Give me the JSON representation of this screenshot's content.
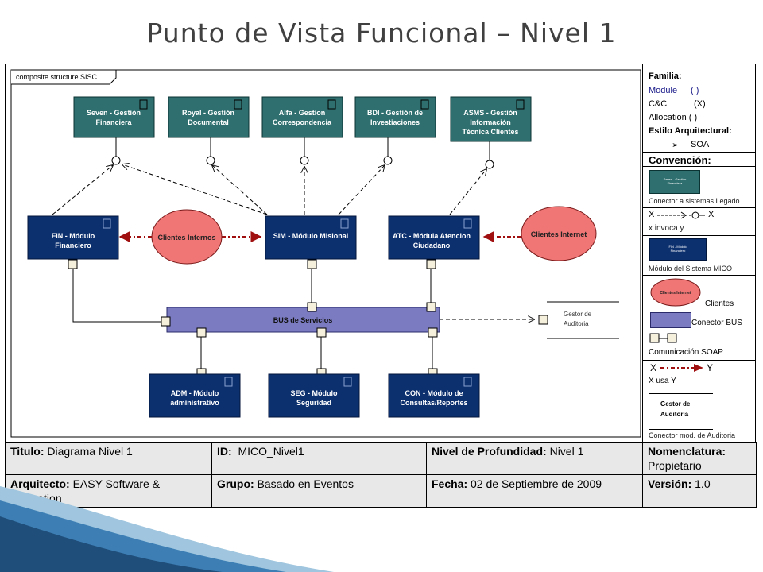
{
  "title": "Punto de Vista Funcional – Nivel 1",
  "diagram": {
    "frame_label": "composite structure SISC",
    "legacy": [
      {
        "line1": "Seven - Gestión",
        "line2": "Financiera",
        "line3": ""
      },
      {
        "line1": "Royal - Gestión",
        "line2": "Documental",
        "line3": ""
      },
      {
        "line1": "Alfa - Gestion",
        "line2": "Correspondencia",
        "line3": ""
      },
      {
        "line1": "BDI - Gestión de",
        "line2": "Investiaciones",
        "line3": ""
      },
      {
        "line1": "ASMS - Gestión",
        "line2": "Información",
        "line3": "Técnica Clientes"
      }
    ],
    "modules_mid": [
      {
        "line1": "FIN - Módulo",
        "line2": "Financiero"
      },
      {
        "line1": "SIM - Módulo Misional",
        "line2": ""
      },
      {
        "line1": "ATC - Módula Atencion",
        "line2": "Ciudadano"
      }
    ],
    "clients": [
      "Clientes Internos",
      "Clientes Internet"
    ],
    "bus_label": "BUS de Servicios",
    "audit": {
      "line1": "Gestor de",
      "line2": "Auditoria"
    },
    "modules_bottom": [
      {
        "line1": "ADM - Módulo",
        "line2": "administrativo"
      },
      {
        "line1": "SEG - Módulo",
        "line2": "Seguridad"
      },
      {
        "line1": "CON - Módulo de",
        "line2": "Consultas/Reportes"
      }
    ]
  },
  "legend": {
    "familia_label": "Familia:",
    "module": "Module",
    "module_mark": "( )",
    "cc": "C&C",
    "cc_mark": "(X)",
    "allocation": "Allocation ( )",
    "estilo": "Estilo Arquitectural:",
    "soa_bullet": "➢",
    "soa": "SOA",
    "convencion": "Convención:",
    "legacy_mini_l1": "Seven - Gestión",
    "legacy_mini_l2": "Financiera",
    "legacy_caption": "Conector a sistemas Legado",
    "invoca_x1": "X",
    "invoca_x2": "X",
    "invoca_caption": "x invoca y",
    "mico_mini_l1": "FIN - Módulo",
    "mico_mini_l2": "Financiero",
    "mico_caption": "Módulo del Sistema MICO",
    "cliente_mini": "Clientes Internet",
    "clientes_caption": "Clientes",
    "bus_caption": "Conector BUS",
    "soap_caption": "Comunicación SOAP",
    "usa_x": "X",
    "usa_y": "Y",
    "usa_caption": "X usa Y",
    "auditor_l1": "Gestor de",
    "auditor_l2": "Auditoria",
    "auditor_caption": "Conector mod. de Auditoria"
  },
  "info": {
    "titulo_label": "Titulo:",
    "titulo": "Diagrama Nivel 1",
    "id_label": "ID:",
    "id": "MICO_Nivel1",
    "nivel_label": "Nivel de Profundidad:",
    "nivel": "Nivel 1",
    "nomen_label": "Nomenclatura:",
    "nomen": "Propietario",
    "arq_label": "Arquitecto:",
    "arq": "EASY Software & Innovation",
    "grupo_label": "Grupo:",
    "grupo": "Basado en Eventos",
    "fecha_label": "Fecha:",
    "fecha": "02 de Septiembre de 2009",
    "version_label": "Versión:",
    "version": "1.0"
  },
  "colors": {
    "legacy": "#2f6f6f",
    "mico": "#0c2f6e",
    "client": "#f07575",
    "bus": "#7b7bc2",
    "arrow_red": "#a01010"
  }
}
